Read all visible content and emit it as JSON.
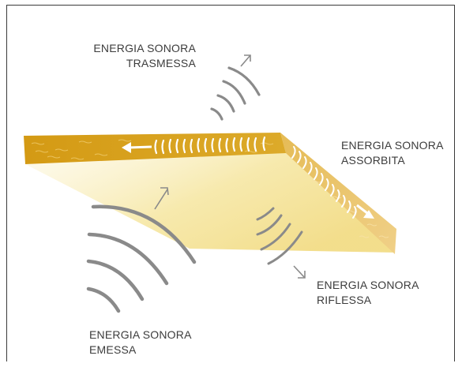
{
  "labels": {
    "transmitted": {
      "line1": "ENERGIA SONORA",
      "line2": "TRASMESSA"
    },
    "absorbed": {
      "line1": "ENERGIA SONORA",
      "line2": "ASSORBITA"
    },
    "reflected": {
      "line1": "ENERGIA SONORA",
      "line2": "RIFLESSA"
    },
    "emitted": {
      "line1": "ENERGIA SONORA",
      "line2": "EMESSA"
    }
  },
  "colors": {
    "panel_top": "#d9a21c",
    "panel_side": "#e9c56b",
    "light_beam": "#f6e8a8",
    "waves": "#8a8a8a",
    "arrow_white": "#ffffff",
    "text": "#3c3c3c"
  },
  "icons": [
    "sound-wave-icon",
    "arrow-icon"
  ]
}
